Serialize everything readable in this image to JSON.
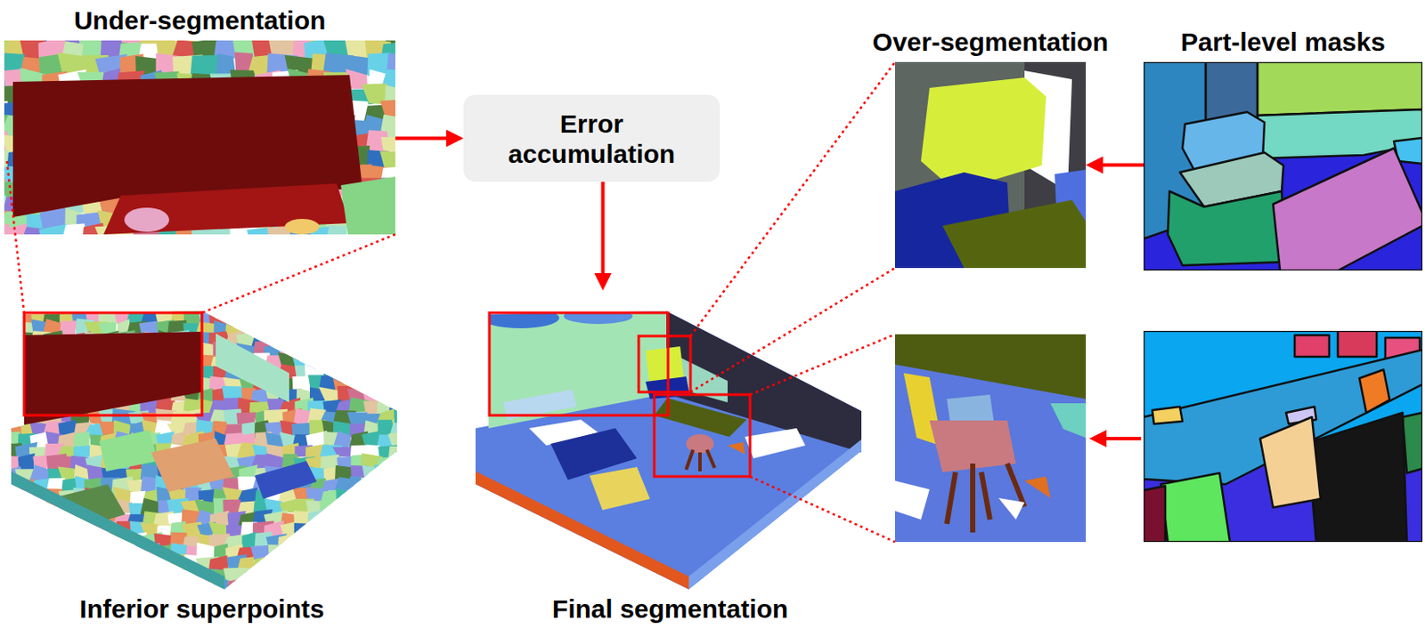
{
  "diagram": {
    "nodes": [
      {
        "text": [
          "Under-segmentation"
        ]
      },
      {
        "text": [
          "Error accumulation"
        ]
      },
      {
        "text": [
          "Over-segmentation"
        ]
      },
      {
        "text": [
          "Part-level masks"
        ]
      },
      {
        "text": [
          "Inferior superpoints"
        ]
      },
      {
        "text": [
          "Final segmentation"
        ]
      }
    ],
    "edges": [
      {
        "from": 0,
        "to": 1,
        "arrow": "to"
      },
      {
        "from": 1,
        "to": 5,
        "arrow": "to"
      },
      {
        "from": 3,
        "to": 2,
        "arrow": "to"
      }
    ]
  }
}
